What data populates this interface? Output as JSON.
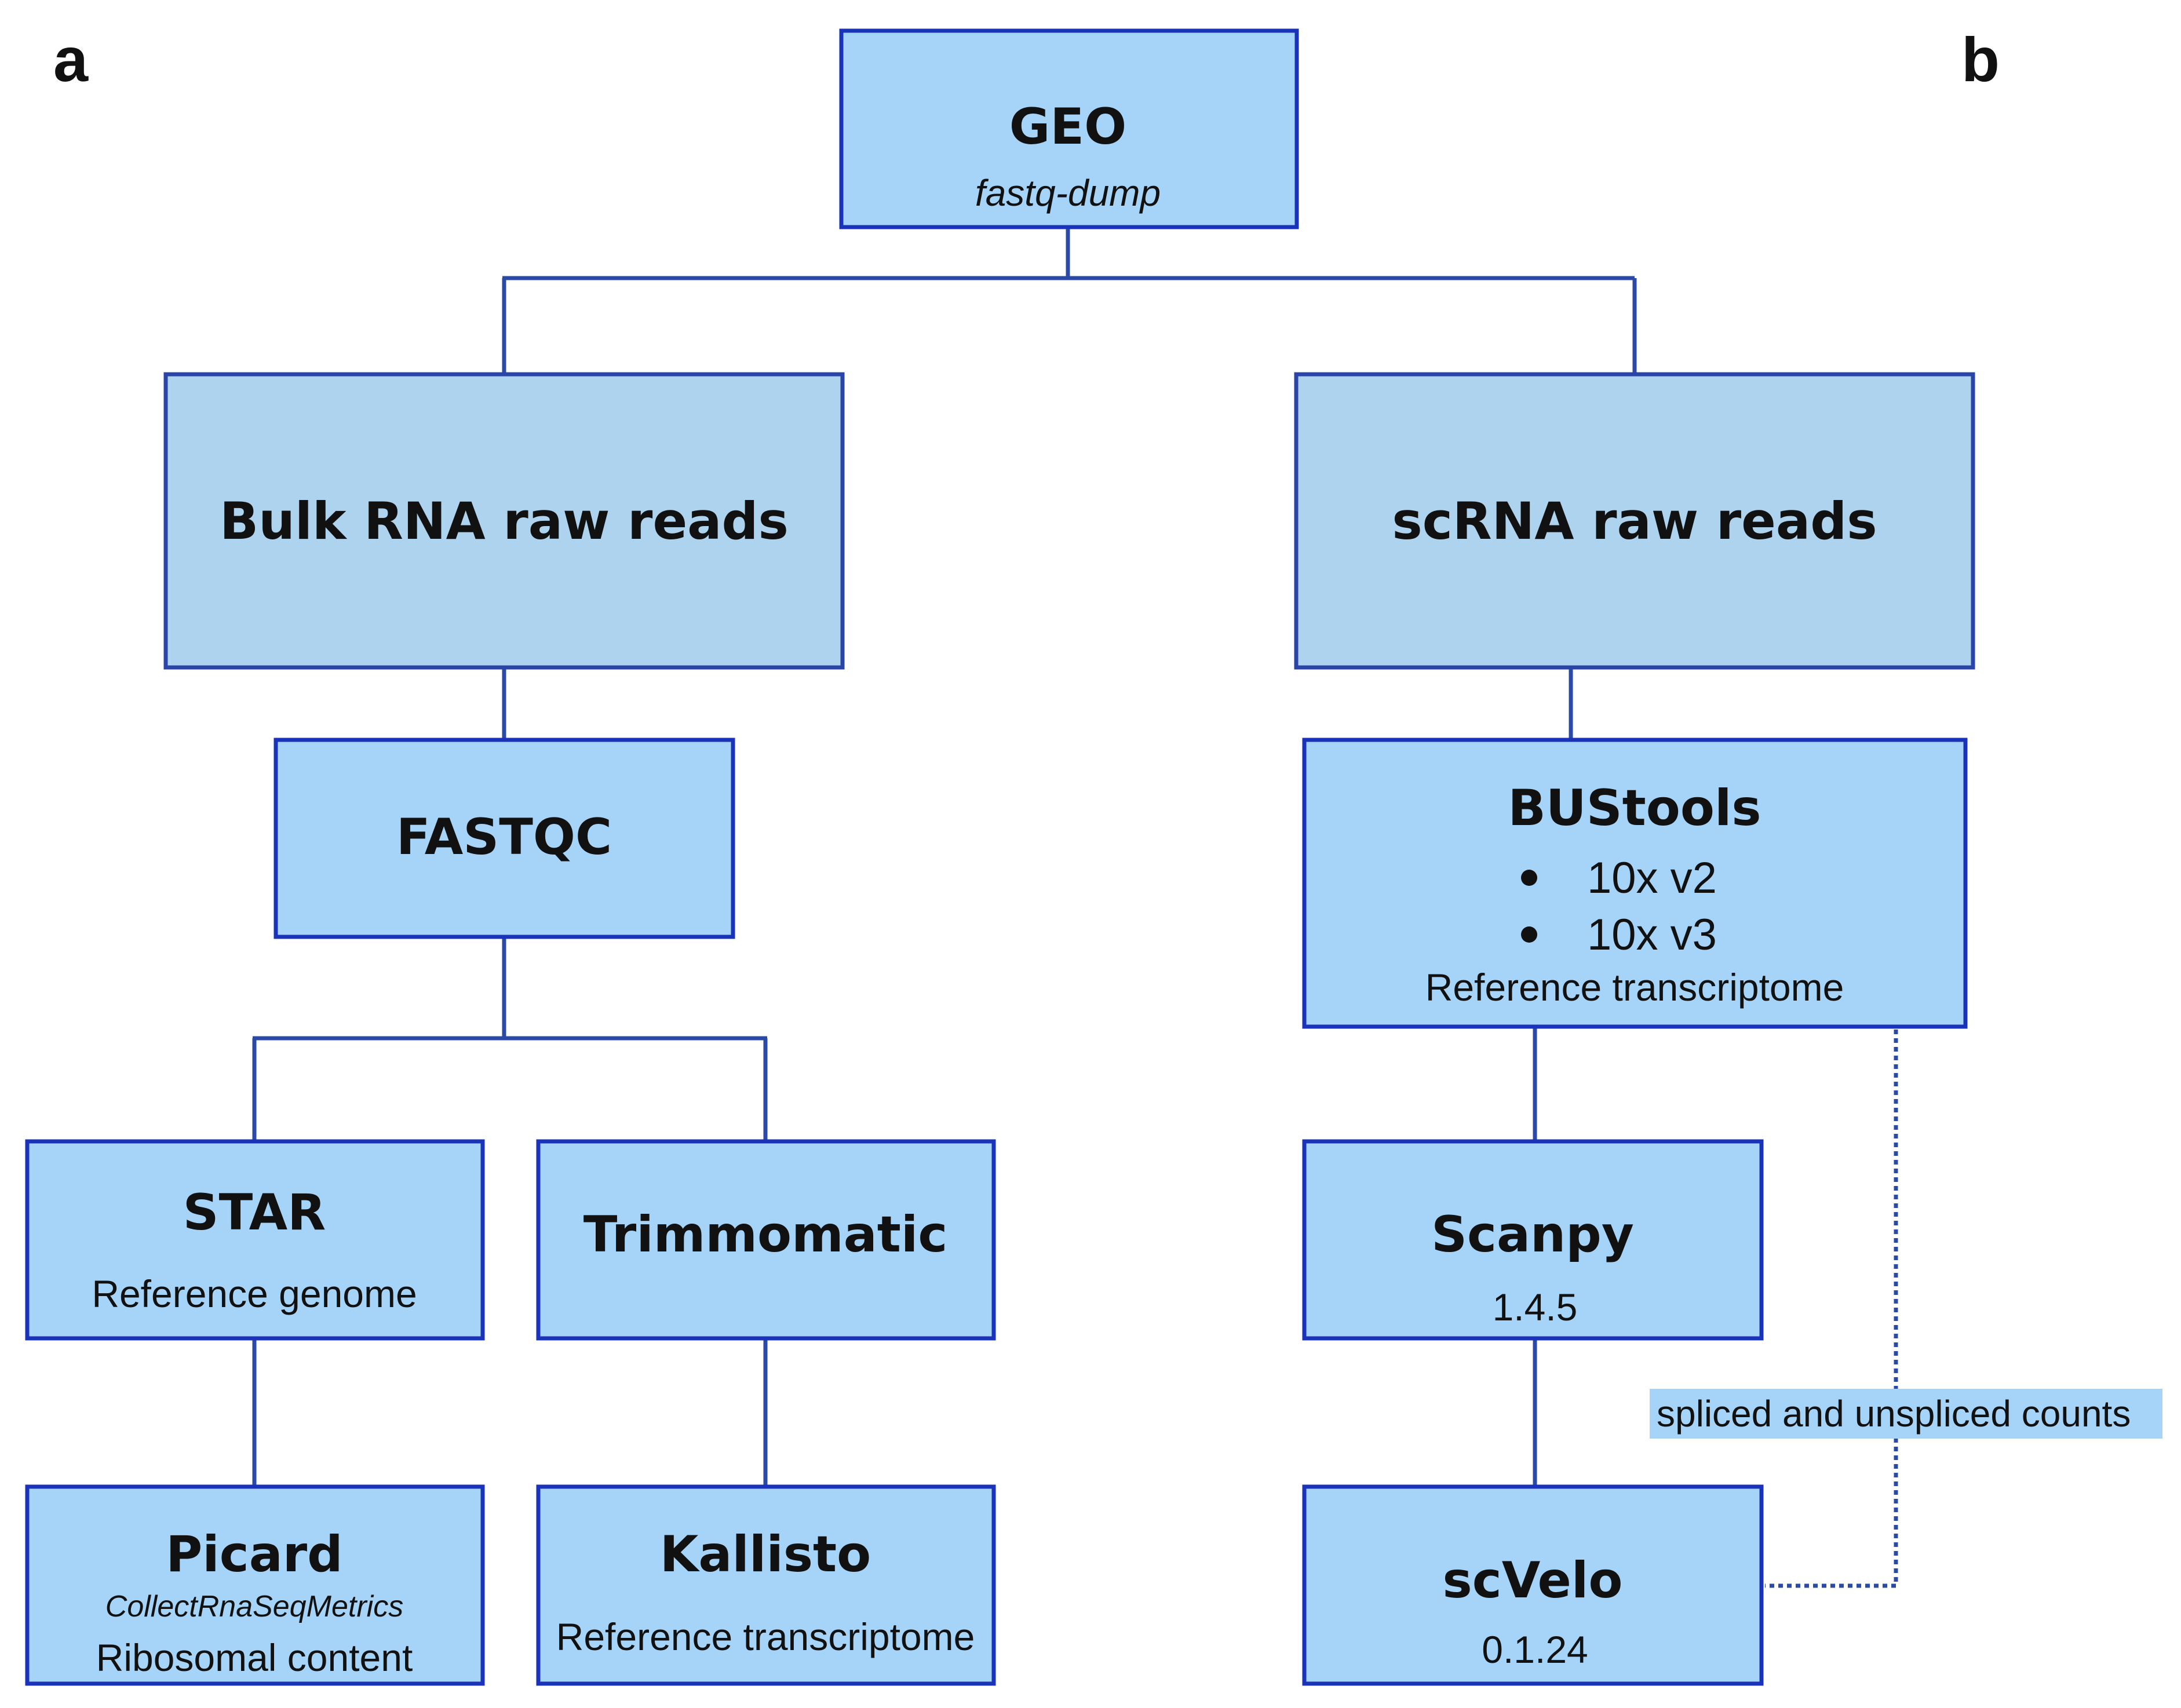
{
  "panels": {
    "a": "a",
    "b": "b"
  },
  "nodes": {
    "geo": {
      "title": "GEO",
      "subtitle": "fastq-dump"
    },
    "bulk": {
      "title": "Bulk RNA raw reads"
    },
    "scrna": {
      "title": "scRNA raw reads"
    },
    "fastqc": {
      "title": "FASTQC"
    },
    "bustools": {
      "title": "BUStools",
      "items": [
        "10x v2",
        "10x v3"
      ],
      "note": "Reference transcriptome"
    },
    "star": {
      "title": "STAR",
      "subtitle": "Reference genome"
    },
    "trimmomatic": {
      "title": "Trimmomatic"
    },
    "scanpy": {
      "title": "Scanpy",
      "subtitle": "1.4.5"
    },
    "picard": {
      "title": "Picard",
      "subtitle": "CollectRnaSeqMetrics",
      "note": "Ribosomal content"
    },
    "kallisto": {
      "title": "Kallisto",
      "subtitle": "Reference transcriptome"
    },
    "scvelo": {
      "title": "scVelo",
      "subtitle": "0.1.24"
    }
  },
  "edge_labels": {
    "spliced": "spliced and unspliced counts"
  },
  "colors": {
    "box_fill": "#a6d4f8",
    "box_fill_light": "#aed3ef",
    "box_stroke": "#1a33b8",
    "connector": "#2b4aa6"
  }
}
